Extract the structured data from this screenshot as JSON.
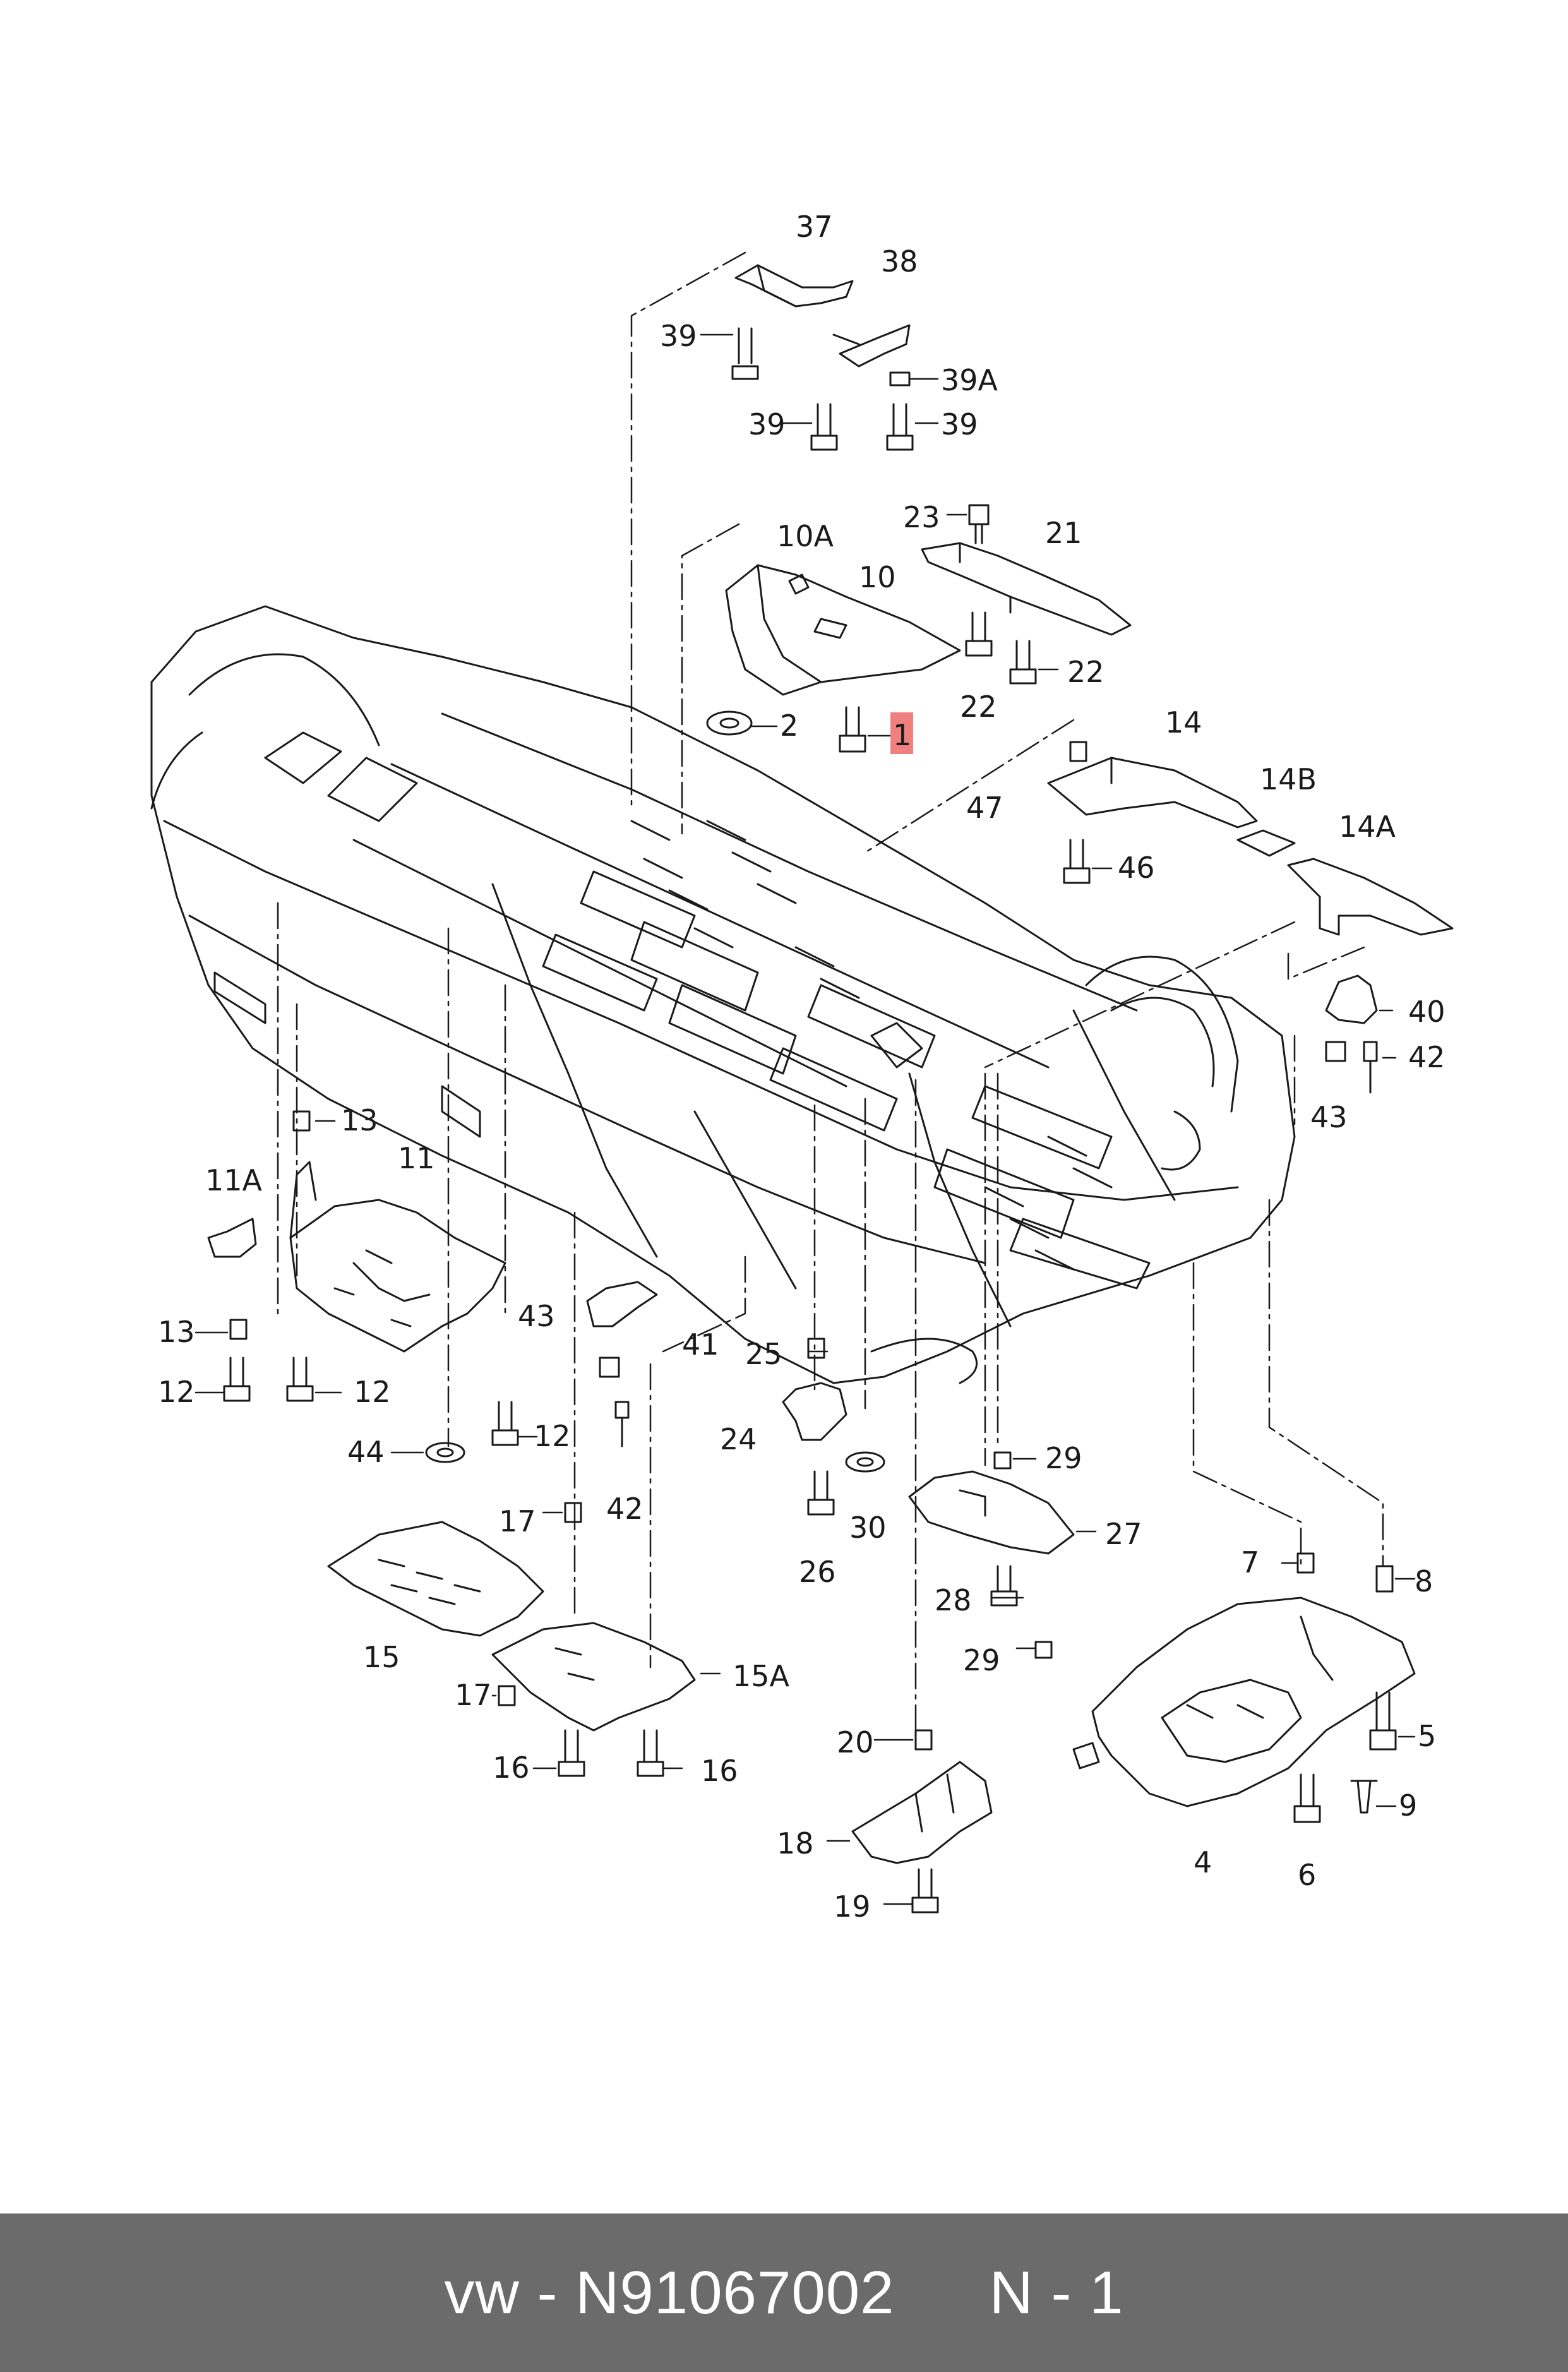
{
  "diagram": {
    "callouts": {
      "c1": "1",
      "c2": "2",
      "c4": "4",
      "c5": "5",
      "c6": "6",
      "c7": "7",
      "c8": "8",
      "c9": "9",
      "c10": "10",
      "c10A": "10A",
      "c11": "11",
      "c11A": "11A",
      "c12a": "12",
      "c12b": "12",
      "c12c": "12",
      "c13a": "13",
      "c13b": "13",
      "c14": "14",
      "c14A": "14A",
      "c14B": "14B",
      "c15": "15",
      "c15A": "15A",
      "c16a": "16",
      "c16b": "16",
      "c17a": "17",
      "c17b": "17",
      "c18": "18",
      "c19": "19",
      "c20": "20",
      "c21": "21",
      "c22a": "22",
      "c22b": "22",
      "c23": "23",
      "c24": "24",
      "c25": "25",
      "c26": "26",
      "c27": "27",
      "c28": "28",
      "c29a": "29",
      "c29b": "29",
      "c30": "30",
      "c37": "37",
      "c38": "38",
      "c39a": "39",
      "c39b": "39",
      "c39c": "39",
      "c39A": "39A",
      "c40": "40",
      "c41": "41",
      "c42a": "42",
      "c42b": "42",
      "c43a": "43",
      "c43b": "43",
      "c44": "44",
      "c46": "46",
      "c47": "47"
    },
    "highlight_color": "#f08080",
    "line_color": "#1a1a1a"
  },
  "footer": {
    "brand": "vw",
    "part_number": "N91067002",
    "position": "N - 1"
  }
}
